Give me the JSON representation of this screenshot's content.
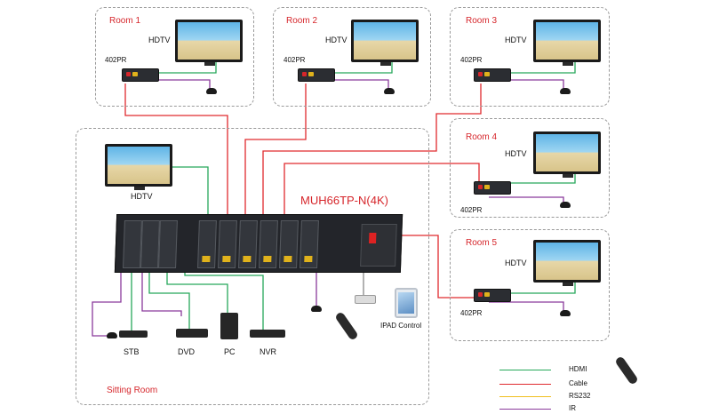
{
  "rooms": [
    {
      "title": "Room 1",
      "tv_label": "HDTV",
      "device_label": "402PR"
    },
    {
      "title": "Room 2",
      "tv_label": "HDTV",
      "device_label": "402PR"
    },
    {
      "title": "Room 3",
      "tv_label": "HDTV",
      "device_label": "402PR"
    },
    {
      "title": "Room 4",
      "tv_label": "HDTV",
      "device_label": "402PR"
    },
    {
      "title": "Room 5",
      "tv_label": "HDTV",
      "device_label": "402PR"
    }
  ],
  "sitting_room": {
    "title": "Sitting Room",
    "tv_label": "HDTV",
    "switcher_model": "MUH66TP-N(4K)",
    "sources": [
      "STB",
      "DVD",
      "PC",
      "NVR"
    ],
    "control_label": "IPAD Control"
  },
  "legend": [
    {
      "label": "HDMI",
      "color": "#26a85a"
    },
    {
      "label": "Cable",
      "color": "#e02a2e"
    },
    {
      "label": "RS232",
      "color": "#f0c020"
    },
    {
      "label": "IR",
      "color": "#8a3a9c"
    }
  ],
  "colors": {
    "accent": "#d6262b",
    "hdmi": "#26a85a",
    "cable": "#e02a2e",
    "rs232": "#f0c020",
    "ir": "#8a3a9c"
  }
}
